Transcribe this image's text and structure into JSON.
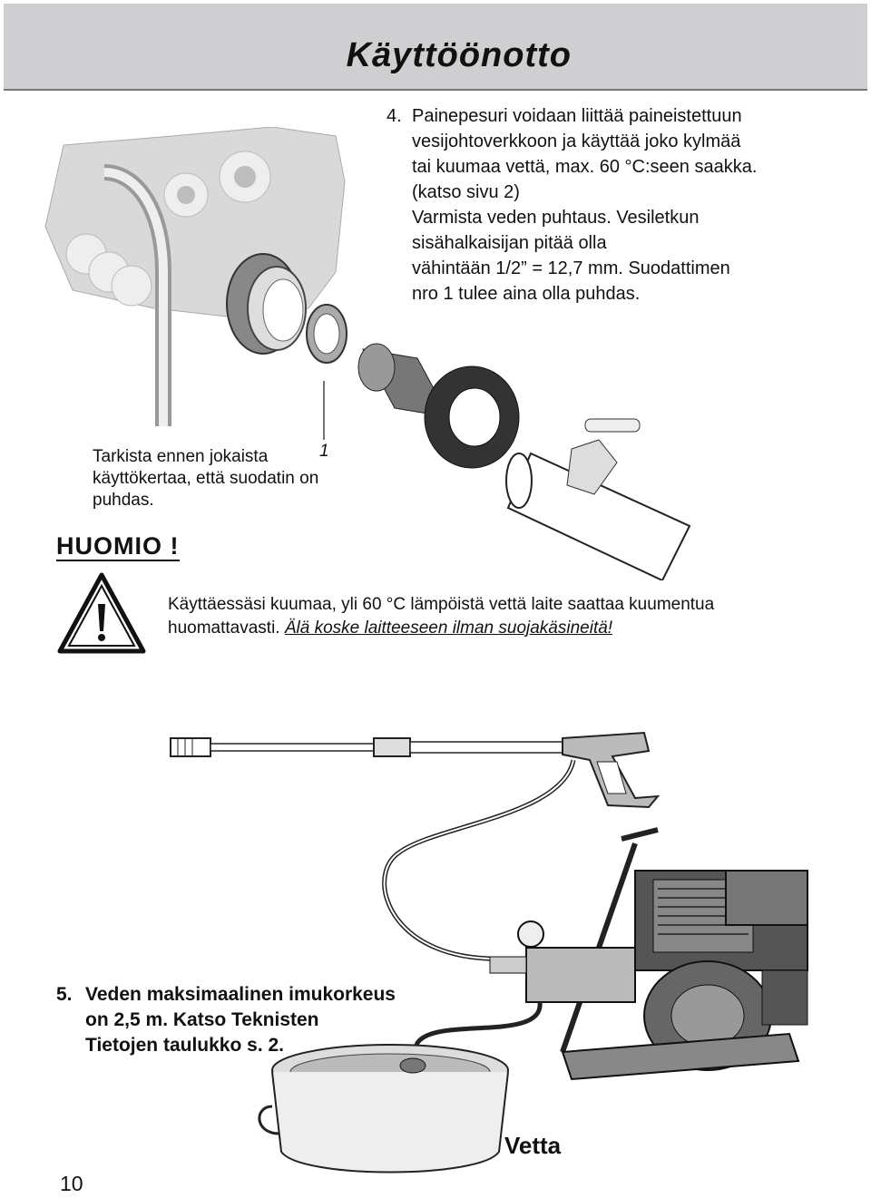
{
  "header": {
    "title": "Käyttöönotto"
  },
  "step4": {
    "number": "4.",
    "lines": [
      "Painepesuri voidaan liittää paineistettuun",
      "vesijohtoverkkoon ja käyttää joko kylmää",
      "tai kuumaa vettä, max. 60 °C:seen saakka.",
      "(katso sivu 2)",
      "Varmista veden puhtaus. Vesiletkun",
      "sisähalkaisijan pitää olla",
      "vähintään 1/2” = 12,7 mm. Suodattimen",
      "nro 1 tulee aina olla puhdas."
    ]
  },
  "figure1": {
    "callout": "1"
  },
  "check_note": {
    "lines": [
      "Tarkista ennen jokaista",
      "käyttökertaa, että suodatin on",
      "puhdas."
    ]
  },
  "warning": {
    "heading": "HUOMIO !",
    "line1": "Käyttäessäsi kuumaa, yli 60 °C lämpöistä vettä laite saattaa kuumentua",
    "line2_plain": "huomattavasti.",
    "line2_emphasis": "Älä koske laitteeseen ilman suojakäsineitä!"
  },
  "step5": {
    "number": "5.",
    "lines": [
      "Veden maksimaalinen imukorkeus",
      "on 2,5 m. Katso Teknisten",
      "Tietojen taulukko s. 2."
    ]
  },
  "figure2": {
    "label": "Vetta"
  },
  "page_number": "10"
}
